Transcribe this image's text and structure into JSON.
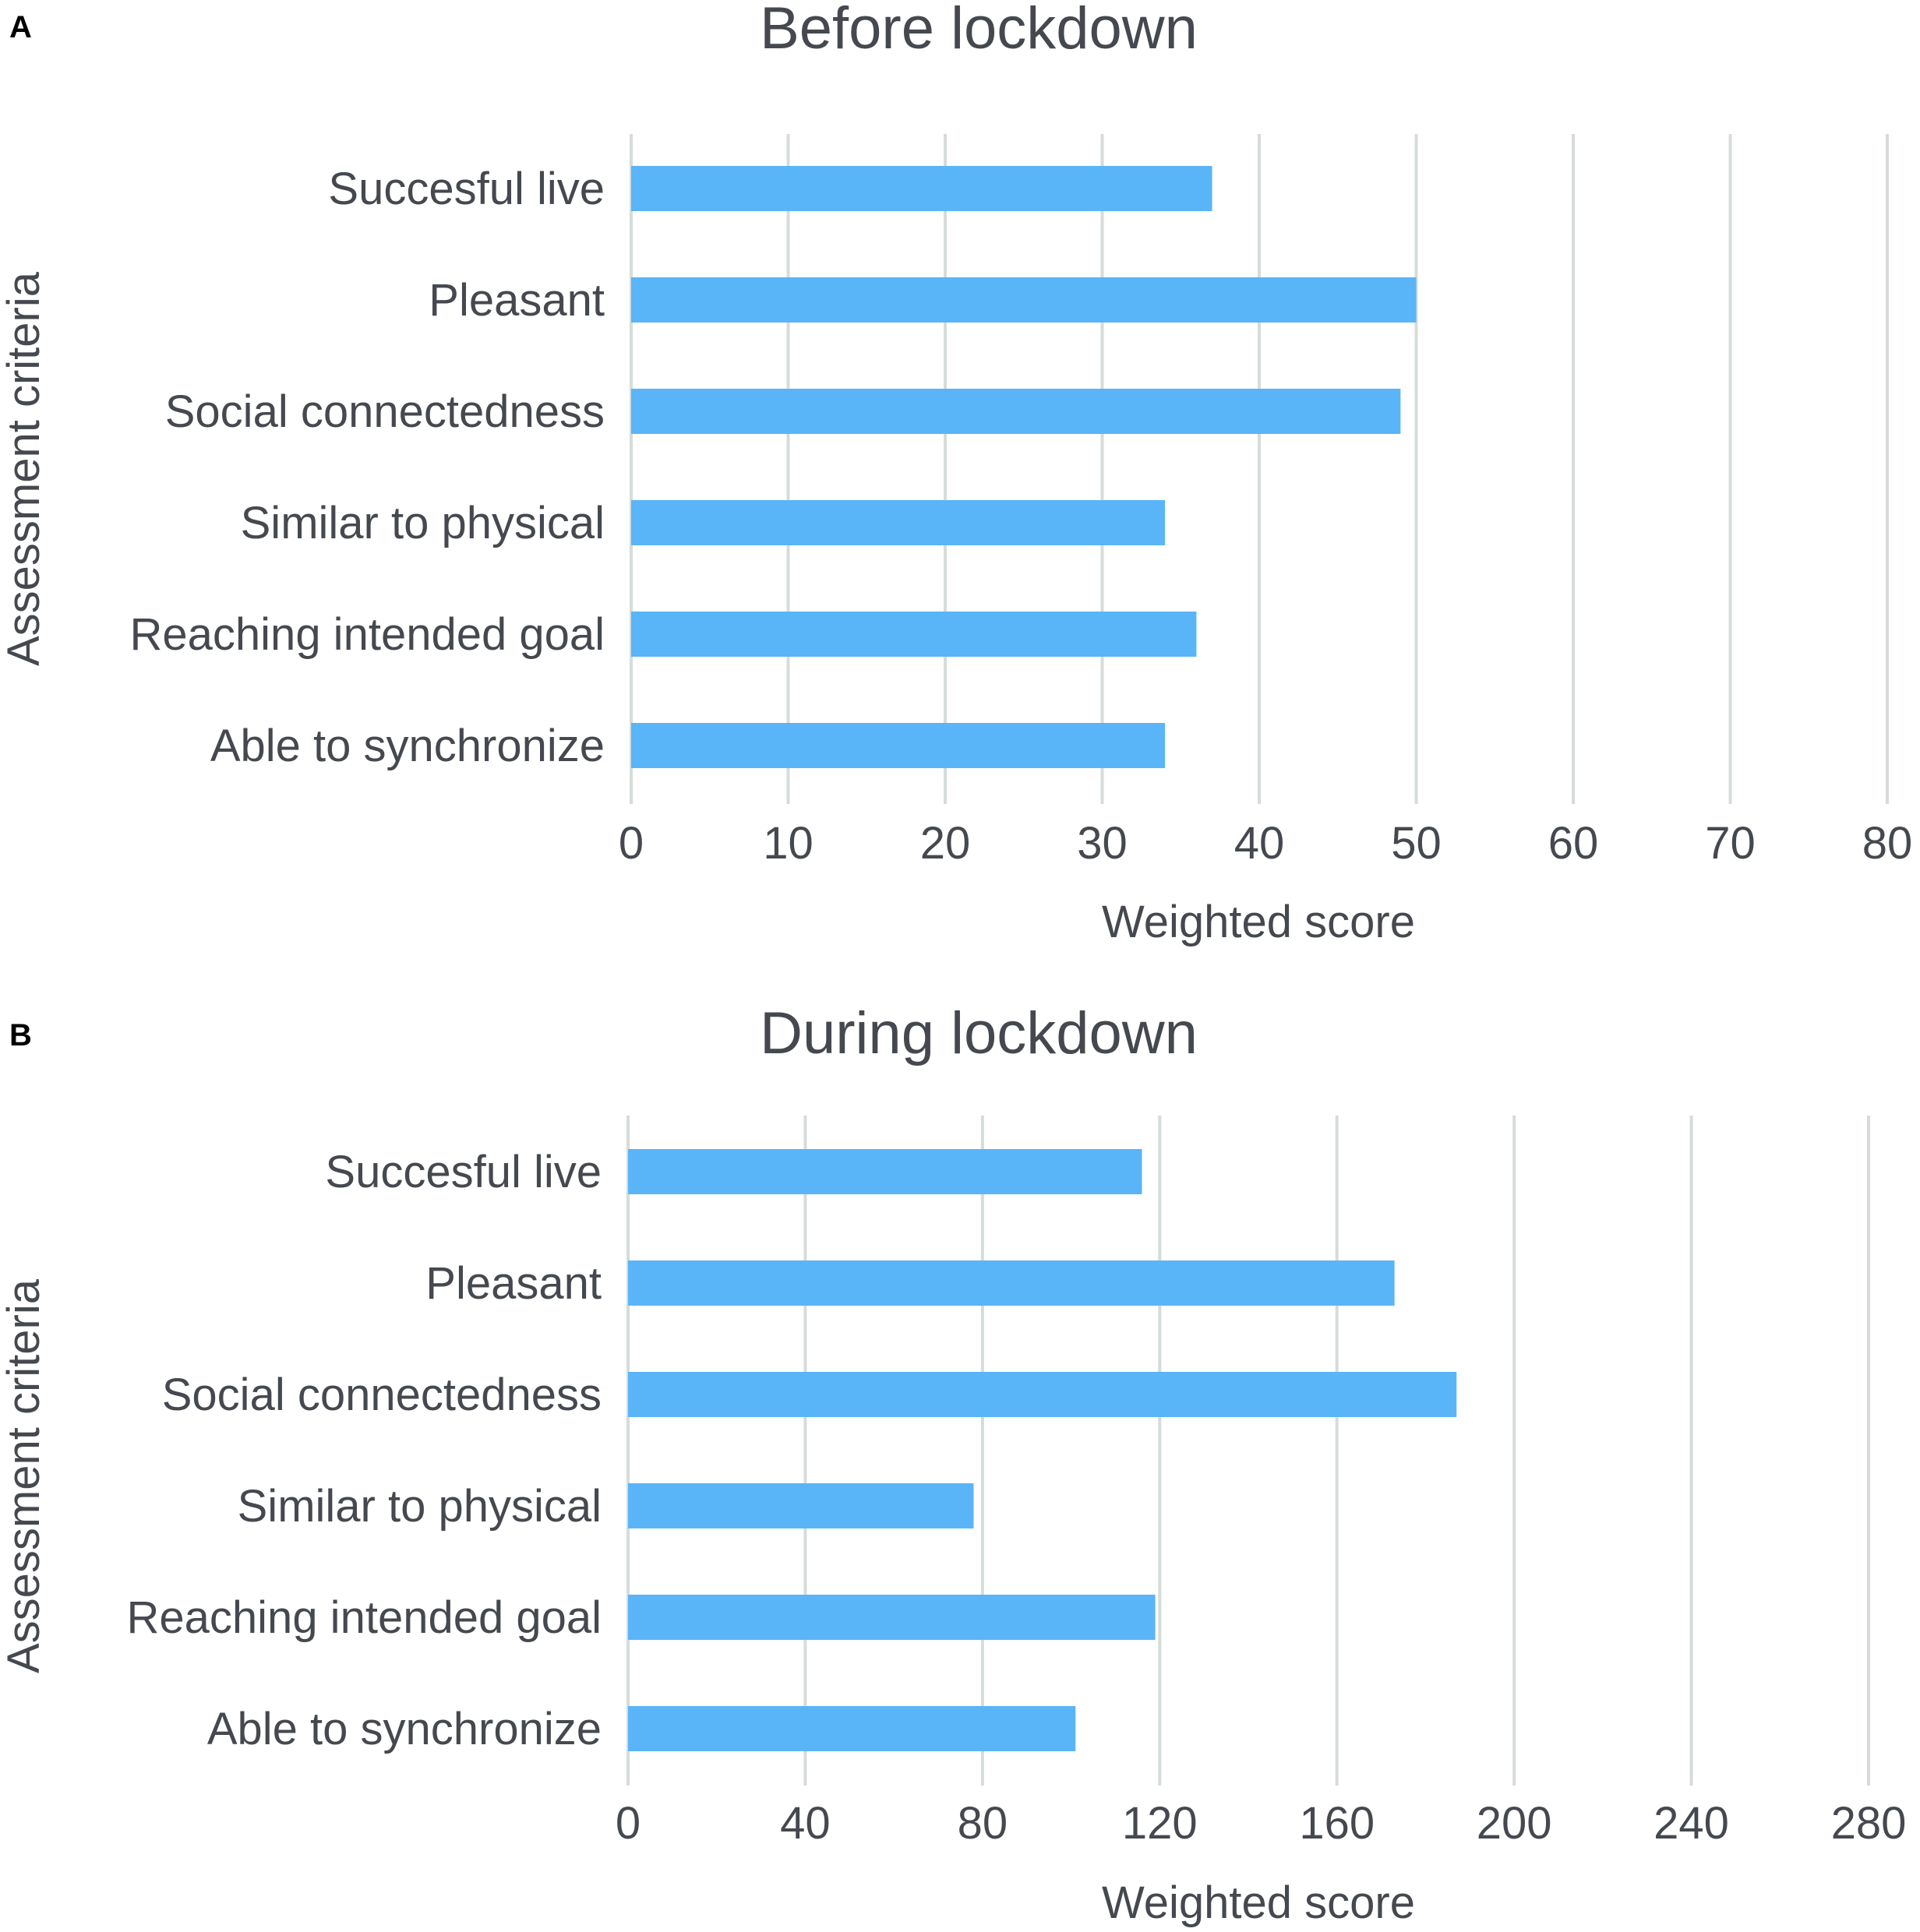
{
  "chart_data": [
    {
      "type": "bar",
      "orientation": "horizontal",
      "panel_label": "A",
      "title": "Before lockdown",
      "xlabel": "Weighted score",
      "ylabel": "Assessment criteria",
      "categories": [
        "Succesful live",
        "Pleasant",
        "Social connectedness",
        "Similar to physical",
        "Reaching intended goal",
        "Able to synchronize"
      ],
      "values": [
        37,
        50,
        49,
        34,
        36,
        34
      ],
      "xlim": [
        0,
        80
      ],
      "xticks": [
        0,
        10,
        20,
        30,
        40,
        50,
        60,
        70,
        80
      ],
      "bar_color": "#5ab4f8",
      "grid": "vertical"
    },
    {
      "type": "bar",
      "orientation": "horizontal",
      "panel_label": "B",
      "title": "During lockdown",
      "xlabel": "Weighted score",
      "ylabel": "Assessment criteria",
      "categories": [
        "Succesful live",
        "Pleasant",
        "Social connectedness",
        "Similar to physical",
        "Reaching intended goal",
        "Able to synchronize"
      ],
      "values": [
        116,
        173,
        187,
        78,
        119,
        101
      ],
      "xlim": [
        0,
        280
      ],
      "xticks": [
        0,
        40,
        80,
        120,
        160,
        200,
        240,
        280
      ],
      "bar_color": "#5ab4f8",
      "grid": "vertical"
    }
  ]
}
